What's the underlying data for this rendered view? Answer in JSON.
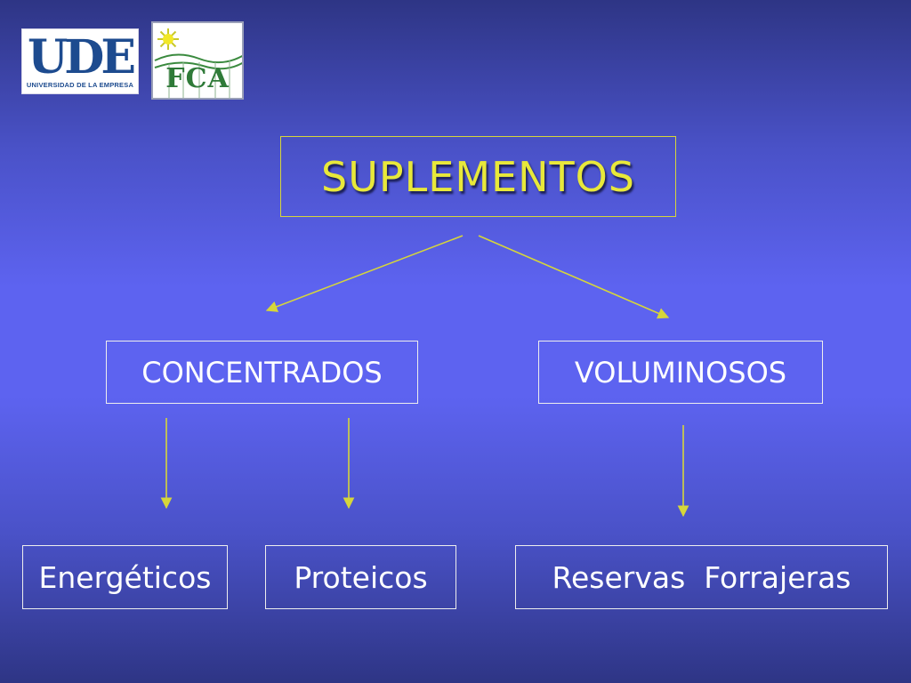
{
  "logos": {
    "ude": {
      "main": "UDE",
      "subtitle": "UNIVERSIDAD DE LA EMPRESA"
    },
    "fca": {
      "main": "FCA"
    }
  },
  "diagram": {
    "title": "SUPLEMENTOS",
    "branches": [
      {
        "label": "CONCENTRADOS",
        "children": [
          "Energéticos",
          "Proteicos"
        ]
      },
      {
        "label": "VOLUMINOSOS",
        "children": [
          "Reservas  Forrajeras"
        ]
      }
    ]
  },
  "colors": {
    "title_text": "#e8e83a",
    "arrow": "#d6d63a",
    "box_border": "#eeeeee",
    "background_center": "#5d63f0",
    "background_edge": "#2e3585"
  }
}
